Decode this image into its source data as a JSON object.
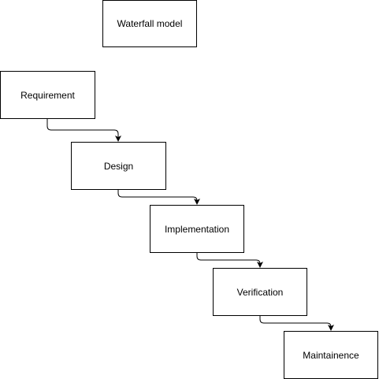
{
  "diagram": {
    "title": "Waterfall model",
    "steps": [
      {
        "label": "Requirement"
      },
      {
        "label": "Design"
      },
      {
        "label": "Implementation"
      },
      {
        "label": "Verification"
      },
      {
        "label": "Maintainence"
      }
    ],
    "colors": {
      "stroke": "#000000",
      "fill": "#ffffff",
      "text": "#000000"
    }
  }
}
